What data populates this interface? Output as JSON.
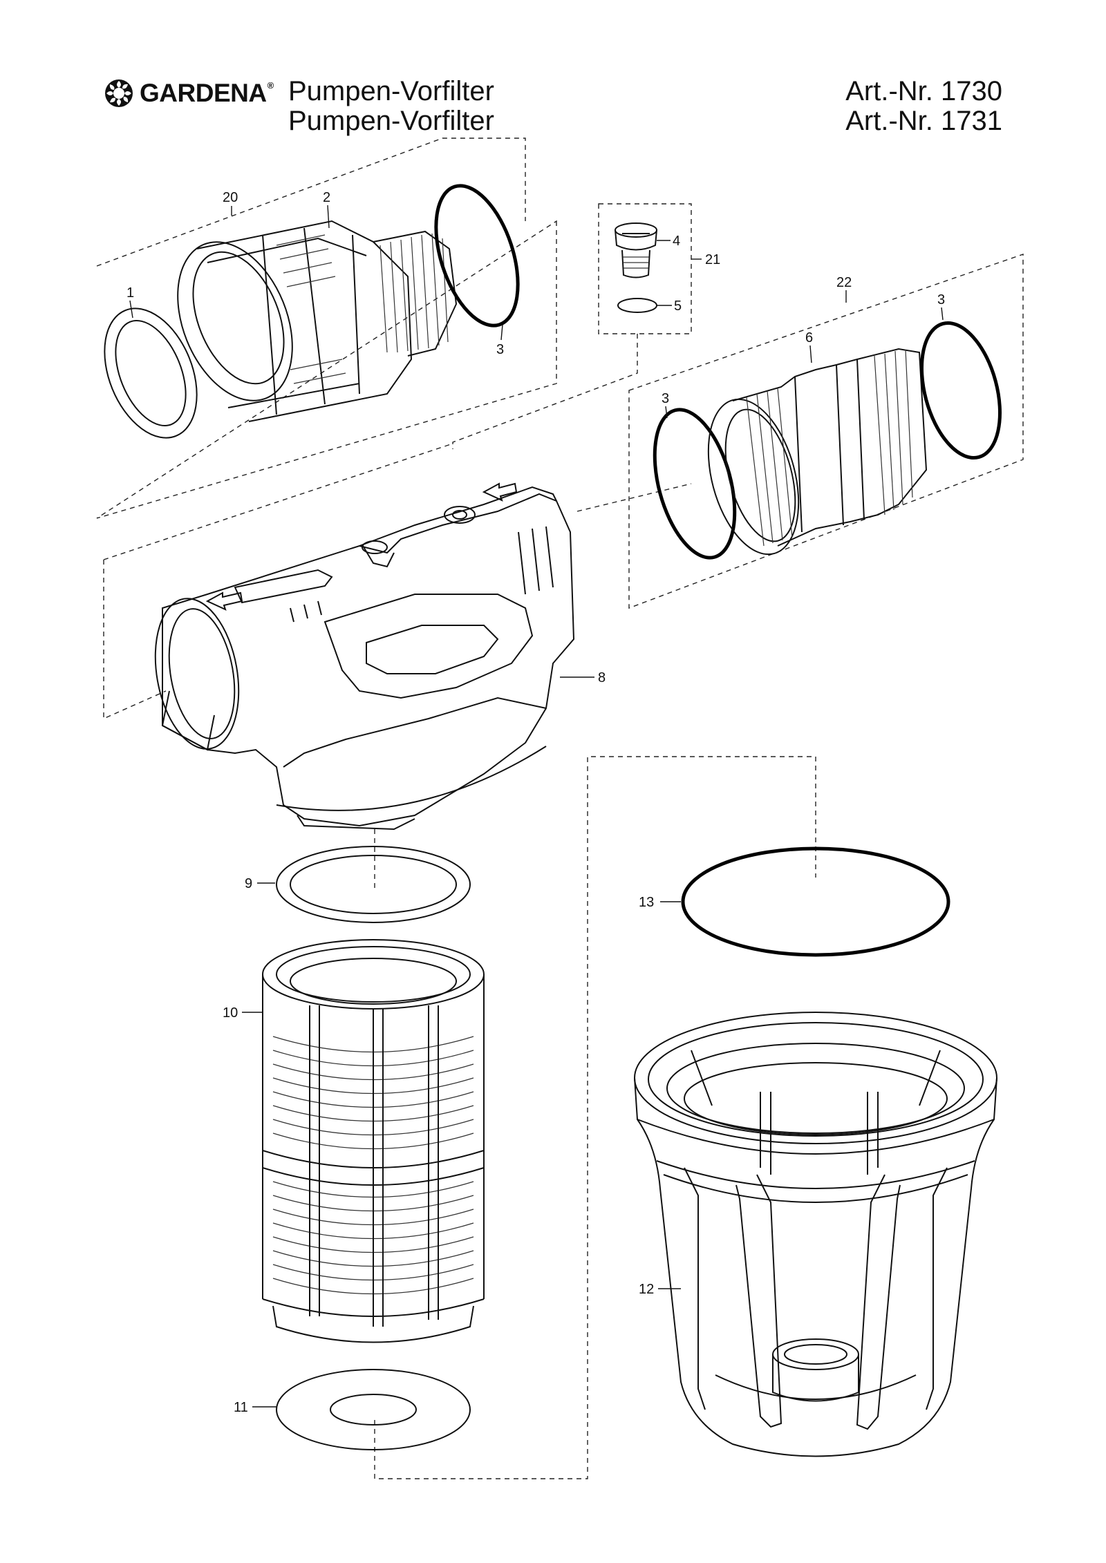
{
  "header": {
    "brand": "GARDENA",
    "brand_mark": "®",
    "title_line1": "Pumpen-Vorfilter",
    "title_line2": "Pumpen-Vorfilter",
    "art_line1": "Art.-Nr. 1730",
    "art_line2": "Art.-Nr. 1731"
  },
  "labels": {
    "p1": "1",
    "p2": "2",
    "p3a": "3",
    "p3b": "3",
    "p3c": "3",
    "p4": "4",
    "p5": "5",
    "p6": "6",
    "p8": "8",
    "p9": "9",
    "p10": "10",
    "p11": "11",
    "p12": "12",
    "p13": "13",
    "p20": "20",
    "p21": "21",
    "p22": "22"
  },
  "icons": [
    "gardena-logo-icon",
    "arrow-icon"
  ]
}
